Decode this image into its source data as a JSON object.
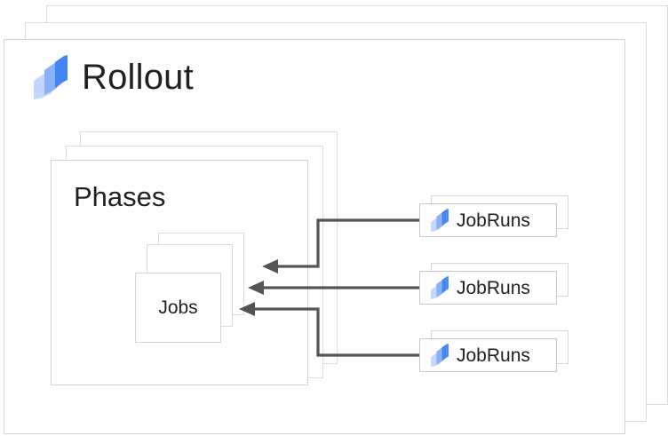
{
  "diagram": {
    "type": "nested-stacked-cards-with-arrows",
    "background_color": "#ffffff",
    "card_border_color": "#d4d4d4",
    "connector_color": "#545454",
    "text_color": "#202124",
    "logo_colors": {
      "light": "#c2d7fd",
      "medium": "#8ab0f8",
      "dark": "#4285f4"
    }
  },
  "rollout": {
    "title": "Rollout",
    "logo_name": "rollout-logo",
    "stack_count": 3
  },
  "phases": {
    "label": "Phases",
    "stack_count": 3
  },
  "jobs": {
    "label": "Jobs",
    "stack_count": 3
  },
  "jobruns": [
    {
      "label": "JobRuns",
      "logo_name": "jobruns-logo",
      "stack_count": 2
    },
    {
      "label": "JobRuns",
      "logo_name": "jobruns-logo",
      "stack_count": 2
    },
    {
      "label": "JobRuns",
      "logo_name": "jobruns-logo",
      "stack_count": 2
    }
  ],
  "connectors": [
    {
      "from": "jobruns-1",
      "to": "jobs-card-back",
      "style": "elbow-arrow"
    },
    {
      "from": "jobruns-2",
      "to": "jobs-card-middle",
      "style": "straight-arrow"
    },
    {
      "from": "jobruns-3",
      "to": "jobs-card-front",
      "style": "elbow-arrow"
    }
  ]
}
